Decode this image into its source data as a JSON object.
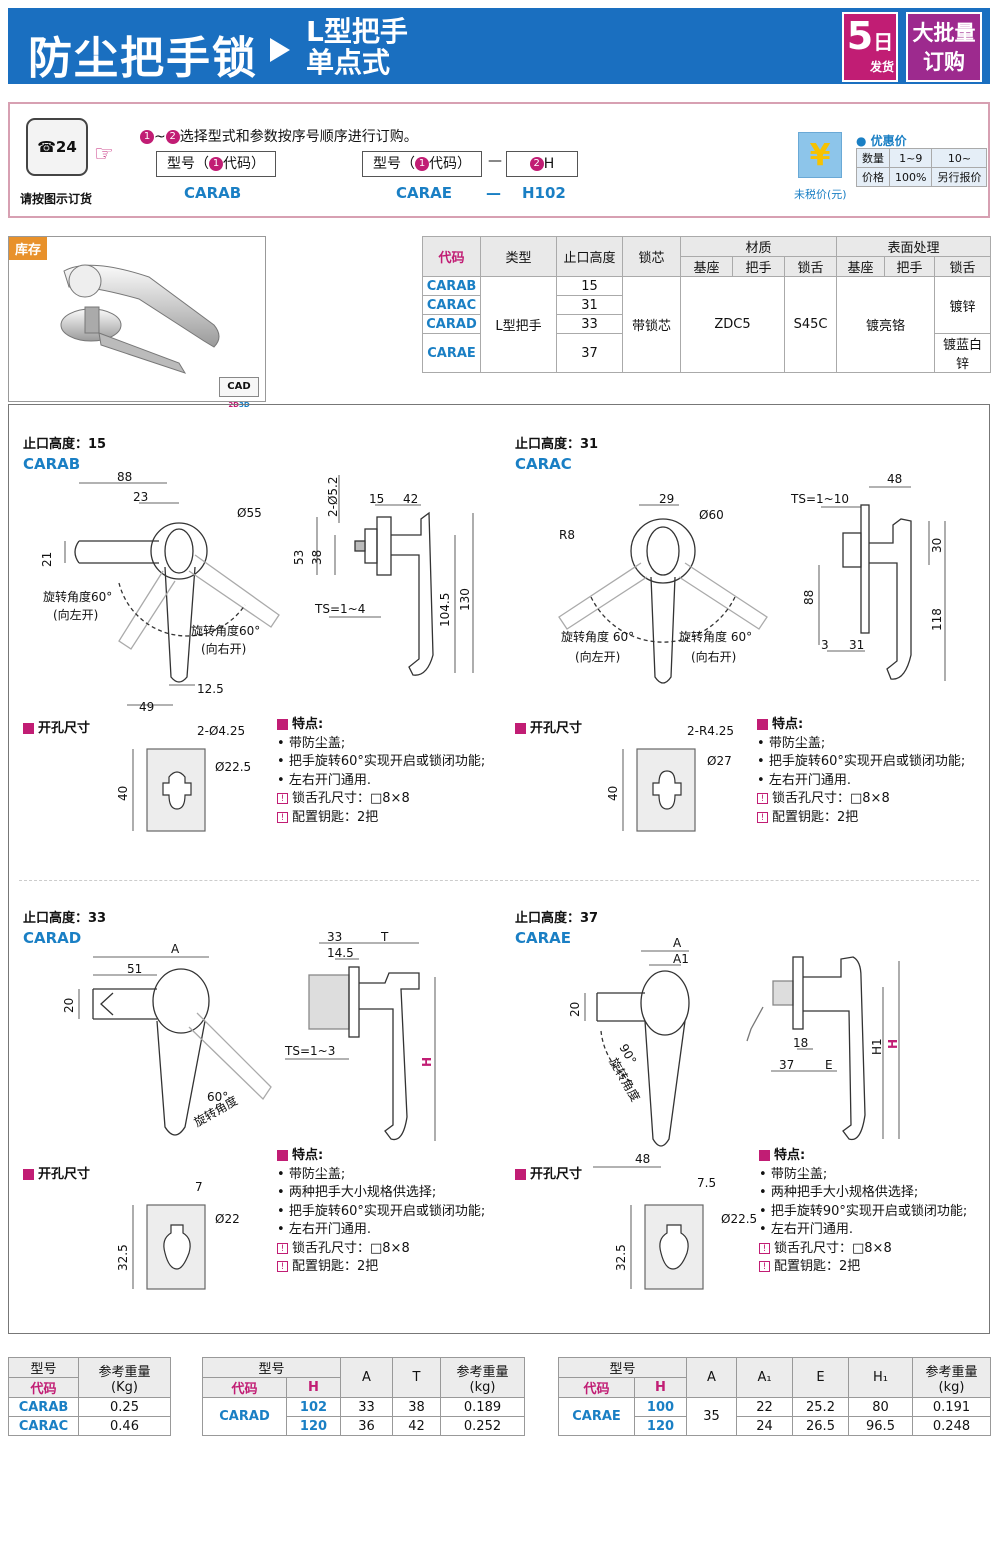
{
  "header": {
    "title": "防尘把手锁",
    "subtitle_line1": "L型把手",
    "subtitle_line2": "单点式",
    "badge_days_num": "5",
    "badge_days_char": "日",
    "badge_days_sub": "发货",
    "badge_bulk_line1": "大批量",
    "badge_bulk_line2": "订购"
  },
  "order": {
    "phone_icon_text": "24",
    "phone_caption": "请按图示订货",
    "step1": "1",
    "step2": "2",
    "instruction_sep": "~",
    "instruction": "选择型式和参数按序号顺序进行订购。",
    "model_label": "型号",
    "code_label": "代码",
    "paren_open": "（",
    "paren_close": "）",
    "h_label": "H",
    "dash": "—",
    "example1_code": "CARAB",
    "example2_code": "CARAE",
    "example2_h": "H102",
    "discount_label": "优惠价",
    "qty_label": "数量",
    "qty_1": "1~9",
    "qty_2": "10~",
    "price_label": "价格",
    "price_1": "100%",
    "price_2": "另行报价",
    "tax_note": "未税价(元)",
    "yen_symbol": "¥"
  },
  "product_box": {
    "stock_label": "库存",
    "cad_label": "CAD",
    "cad_2d": "2D",
    "cad_3d": "3D"
  },
  "spec_table": {
    "h_code": "代码",
    "h_type": "类型",
    "h_stop": "止口高度",
    "h_core": "锁芯",
    "h_material": "材质",
    "h_surface": "表面处理",
    "sub_base": "基座",
    "sub_handle": "把手",
    "sub_tongue": "锁舌",
    "rows": [
      {
        "code": "CARAB",
        "stop": "15"
      },
      {
        "code": "CARAC",
        "stop": "31"
      },
      {
        "code": "CARAD",
        "stop": "33"
      },
      {
        "code": "CARAE",
        "stop": "37"
      }
    ],
    "type_value": "L型把手",
    "core_value": "带锁芯",
    "material_base_handle": "ZDC5",
    "material_tongue": "S45C",
    "surface_base_handle": "镀亮铬",
    "surface_tongue_1": "镀锌",
    "surface_tongue_2": "镀蓝白锌"
  },
  "panels": [
    {
      "stop_height": "止口高度：15",
      "code": "CARAB",
      "dims": {
        "d1": "88",
        "d2": "23",
        "d3": "Ø55",
        "d4": "21",
        "d5": "12.5",
        "d6": "49",
        "s1": "2-Ø5.2",
        "s2": "15",
        "s3": "42",
        "s4": "53",
        "s5": "38",
        "s6": "TS=1~4",
        "s7": "104.5",
        "s8": "130"
      },
      "rot_left": "旋转角度60°",
      "rot_left_sub": "(向左开)",
      "rot_right": "旋转角度60°",
      "rot_right_sub": "(向右开)",
      "hole_label": "开孔尺寸",
      "hole_d1": "2-Ø4.25",
      "hole_d2": "Ø22.5",
      "hole_d3": "40",
      "features_title": "特点:",
      "features": [
        "带防尘盖;",
        "把手旋转60°实现开启或锁闭功能;",
        "左右开门通用."
      ],
      "info": [
        "锁舌孔尺寸：□8×8",
        "配置钥匙：2把"
      ]
    },
    {
      "stop_height": "止口高度：31",
      "code": "CARAC",
      "dims": {
        "d1": "29",
        "d2": "Ø60",
        "d3": "R8",
        "s1": "48",
        "s2": "TS=1~10",
        "s3": "30",
        "s4": "88",
        "s5": "118",
        "s6": "3",
        "s7": "31"
      },
      "rot_left": "旋转角度 60°",
      "rot_left_sub": "(向左开)",
      "rot_right": "旋转角度 60°",
      "rot_right_sub": "(向右开)",
      "hole_label": "开孔尺寸",
      "hole_d1": "2-R4.25",
      "hole_d2": "Ø27",
      "hole_d3": "40",
      "features_title": "特点:",
      "features": [
        "带防尘盖;",
        "把手旋转60°实现开启或锁闭功能;",
        "左右开门通用."
      ],
      "info": [
        "锁舌孔尺寸：□8×8",
        "配置钥匙：2把"
      ]
    },
    {
      "stop_height": "止口高度：33",
      "code": "CARAD",
      "dims": {
        "d1": "A",
        "d2": "51",
        "d3": "20",
        "d4": "60°",
        "s1": "33",
        "s2": "14.5",
        "s3": "T",
        "s4": "TS=1~3",
        "s5": "H"
      },
      "rot_label": "旋转角度",
      "hole_label": "开孔尺寸",
      "hole_d1": "7",
      "hole_d2": "Ø22",
      "hole_d3": "32.5",
      "features_title": "特点:",
      "features": [
        "带防尘盖;",
        "两种把手大小规格供选择;",
        "把手旋转60°实现开启或锁闭功能;",
        "左右开门通用."
      ],
      "info": [
        "锁舌孔尺寸：□8×8",
        "配置钥匙：2把"
      ]
    },
    {
      "stop_height": "止口高度：37",
      "code": "CARAE",
      "dims": {
        "d1": "A",
        "d2": "A1",
        "d3": "20",
        "d4": "90°",
        "d5": "48",
        "s1": "18",
        "s2": "37",
        "s3": "E",
        "s4": "H1",
        "s5": "H"
      },
      "rot_label": "旋转角度",
      "hole_label": "开孔尺寸",
      "hole_d1": "7.5",
      "hole_d2": "Ø22.5",
      "hole_d3": "32.5",
      "features_title": "特点:",
      "features": [
        "带防尘盖;",
        "两种把手大小规格供选择;",
        "把手旋转90°实现开启或锁闭功能;",
        "左右开门通用."
      ],
      "info": [
        "锁舌孔尺寸：□8×8",
        "配置钥匙：2把"
      ]
    }
  ],
  "weight_tables": {
    "t1": {
      "h_model": "型号",
      "h_code": "代码",
      "h_weight": "参考重量",
      "h_unit": "(Kg)",
      "rows": [
        {
          "code": "CARAB",
          "w": "0.25"
        },
        {
          "code": "CARAC",
          "w": "0.46"
        }
      ]
    },
    "t2": {
      "h_model": "型号",
      "h_code": "代码",
      "h_h": "H",
      "h_a": "A",
      "h_t": "T",
      "h_weight": "参考重量",
      "h_unit": "(kg)",
      "code": "CARAD",
      "rows": [
        {
          "h": "102",
          "a": "33",
          "t": "38",
          "w": "0.189"
        },
        {
          "h": "120",
          "a": "36",
          "t": "42",
          "w": "0.252"
        }
      ]
    },
    "t3": {
      "h_model": "型号",
      "h_code": "代码",
      "h_h": "H",
      "h_a": "A",
      "h_a1": "A₁",
      "h_e": "E",
      "h_h1": "H₁",
      "h_weight": "参考重量",
      "h_unit": "(kg)",
      "code": "CARAE",
      "a": "35",
      "rows": [
        {
          "h": "100",
          "a1": "22",
          "e": "25.2",
          "h1": "80",
          "w": "0.191"
        },
        {
          "h": "120",
          "a1": "24",
          "e": "26.5",
          "h1": "96.5",
          "w": "0.248"
        }
      ]
    }
  }
}
